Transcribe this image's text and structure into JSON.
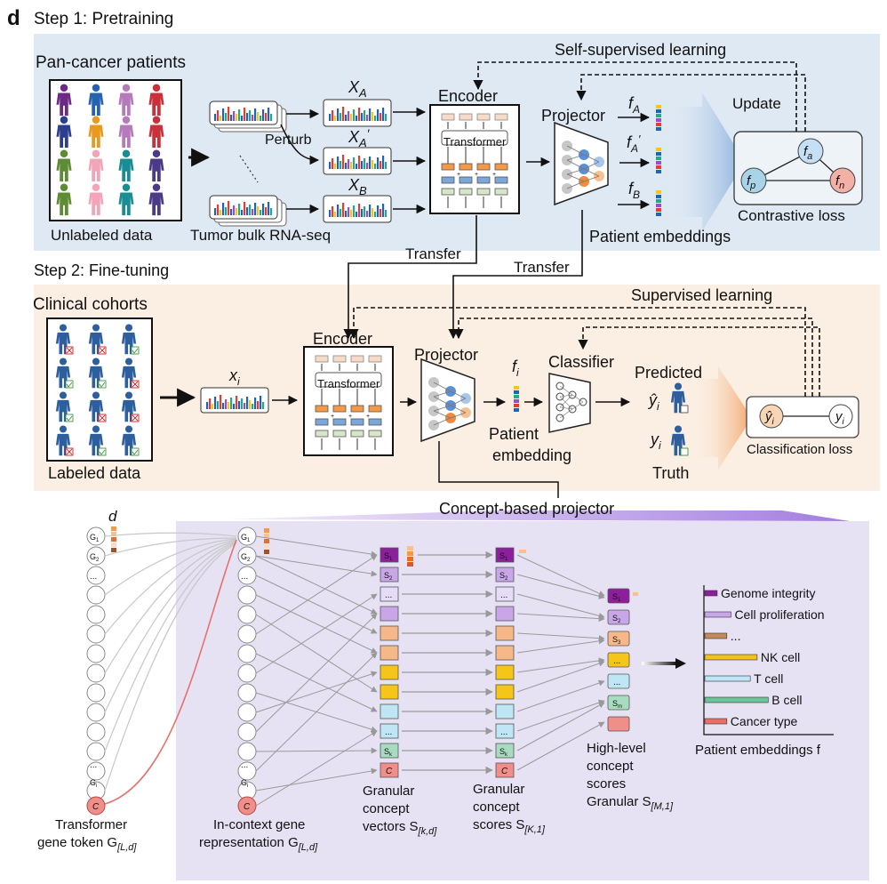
{
  "panel_letter": "d",
  "step1": {
    "title": "Step 1: Pretraining",
    "cohort_title": "Pan-cancer patients",
    "unlabeled_label": "Unlabeled data",
    "rnaseq_label": "Tumor bulk RNA-seq",
    "perturb_label": "Perturb",
    "xa": "X",
    "xa_sub": "A",
    "xap_sub": "A",
    "xap_prime": "′",
    "xb_sub": "B",
    "encoder_label": "Encoder",
    "transformer_label": "Transformer",
    "projector_label": "Projector",
    "fa": "f",
    "fa_sub": "A",
    "fap_sub": "A",
    "fb_sub": "B",
    "self_supervised_label": "Self-supervised learning",
    "update_label": "Update",
    "contrastive_label": "Contrastive loss",
    "embeddings_label": "Patient embeddings",
    "node_a": "a",
    "node_p": "p",
    "node_n": "n"
  },
  "transfer": {
    "label_left": "Transfer",
    "label_right": "Transfer"
  },
  "step2": {
    "title": "Step 2: Fine-tuning",
    "cohort_title": "Clinical cohorts",
    "labeled_label": "Labeled data",
    "xi": "x",
    "xi_sub": "i",
    "encoder_label": "Encoder",
    "transformer_label": "Transformer",
    "projector_label": "Projector",
    "fi": "f",
    "fi_sub": "i",
    "patient_embedding_line1": "Patient",
    "patient_embedding_line2": "embedding",
    "classifier_label": "Classifier",
    "predicted_label": "Predicted",
    "truth_label": "Truth",
    "supervised_label": "Supervised learning",
    "classification_loss_label": "Classification loss",
    "y_hat": "ŷ",
    "y": "y",
    "y_sub": "i"
  },
  "projector_detail": {
    "banner": "Concept-based projector",
    "d_label": "d",
    "g1": "G",
    "g1_sub": "1",
    "g2_sub": "2",
    "gi_sub": "i",
    "ellipsis": "...",
    "c_node": "C",
    "s1_sub": "1",
    "s2_sub": "2",
    "sk_sub": "k",
    "sm_sub": "m",
    "s3_sub": "3",
    "s": "S",
    "caption_token_line1": "Transformer",
    "caption_token_line2": "gene token G",
    "caption_token_sub": "[L,d]",
    "caption_incontext_line1": "In-context gene",
    "caption_incontext_line2": "representation G",
    "caption_incontext_sub": "[L,d]",
    "caption_granvec_line1": "Granular",
    "caption_granvec_line2": "concept",
    "caption_granvec_line3": "vectors S",
    "caption_granvec_sub": "[k,d]",
    "caption_granscore_line1": "Granular",
    "caption_granscore_line2": "concept",
    "caption_granscore_line3": "scores S",
    "caption_granscore_sub": "[K,1]",
    "caption_high_line1": "High-level",
    "caption_high_line2": "concept",
    "caption_high_line3": "scores",
    "caption_high_line4": "Granular S",
    "caption_high_sub": "[M,1]",
    "embeddings_caption": "Patient embeddings f",
    "bars": [
      {
        "label": "Genome integrity",
        "value": 0.09,
        "color": "#8e1f9c"
      },
      {
        "label": "Cell proliferation",
        "value": 0.19,
        "color": "#c9a6e8"
      },
      {
        "label": "...",
        "value": 0.16,
        "color": "#c48a5a"
      },
      {
        "label": "NK cell",
        "value": 0.38,
        "color": "#f0c419"
      },
      {
        "label": "T cell",
        "value": 0.33,
        "color": "#bfe6f5"
      },
      {
        "label": "B cell",
        "value": 0.46,
        "color": "#6cc49b"
      },
      {
        "label": "Cancer type",
        "value": 0.16,
        "color": "#e8706a"
      }
    ]
  },
  "colors": {
    "step1_bg": "#dfe9f4",
    "step2_bg": "#fbeee2",
    "projector_bg": "#e6e2f3",
    "banner": "#b28ee6",
    "dark_line": "#111111"
  }
}
